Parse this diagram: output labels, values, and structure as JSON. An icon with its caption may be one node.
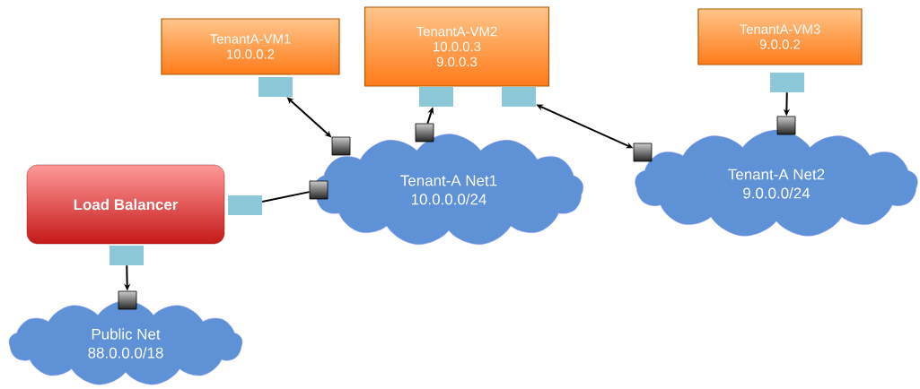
{
  "diagram": {
    "nodes": [
      {
        "text": [
          "TenantA-VM1",
          "10.0.0.2"
        ]
      },
      {
        "text": [
          "TenantA-VM2",
          "10.0.0.3",
          "9.0.0.3"
        ]
      },
      {
        "text": [
          "TenantA-VM3",
          "9.0.0.2"
        ]
      },
      {
        "text": [
          "Load Balancer"
        ]
      },
      {
        "text": [
          "Tenant-A Net1",
          "10.0.0.0/24"
        ]
      },
      {
        "text": [
          "Tenant-A Net2",
          "9.0.0.0/24"
        ]
      },
      {
        "text": [
          "Public Net",
          "88.0.0.0/18"
        ]
      },
      {
        "text": [],
        "shape": "box"
      },
      {
        "text": [],
        "shape": "box"
      },
      {
        "text": [],
        "shape": "box"
      },
      {
        "text": [],
        "shape": "box"
      },
      {
        "text": [],
        "shape": "box"
      },
      {
        "text": [],
        "shape": "box"
      },
      {
        "text": [],
        "shape": "box"
      },
      {
        "text": [],
        "shape": "box"
      },
      {
        "text": [],
        "shape": "box"
      },
      {
        "text": [],
        "shape": "box"
      },
      {
        "text": [],
        "shape": "box"
      },
      {
        "text": [],
        "shape": "box"
      }
    ],
    "edges": [
      {
        "from": 7,
        "to": 13,
        "arrow": "both"
      },
      {
        "from": 14,
        "to": 8,
        "arrow": "to"
      },
      {
        "from": 9,
        "to": 16,
        "arrow": "both"
      },
      {
        "from": 10,
        "to": 17,
        "arrow": "to"
      },
      {
        "from": 11,
        "to": 15,
        "arrow": "none"
      },
      {
        "from": 12,
        "to": 18,
        "arrow": "to"
      }
    ]
  }
}
